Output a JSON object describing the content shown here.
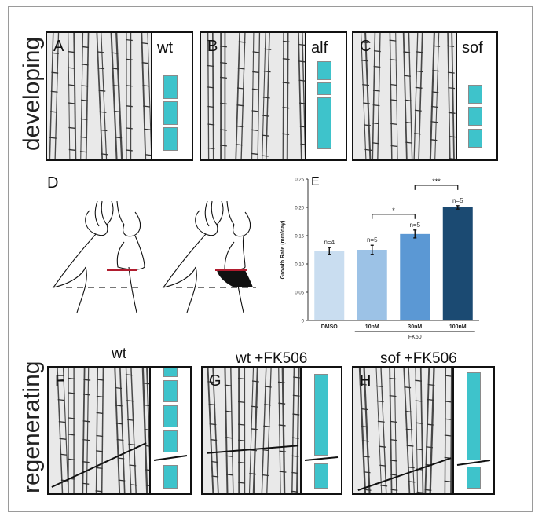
{
  "rows": {
    "top_label": "developing",
    "bottom_label": "regenerating"
  },
  "colors": {
    "segment": "#3ec3cb",
    "cut_line": "#b01c2e",
    "bar1": "#c9ddf0",
    "bar2": "#9cc2e6",
    "bar3": "#5b98d4",
    "bar4": "#1b4a72"
  },
  "panels": {
    "A": {
      "letter": "A",
      "label": "wt"
    },
    "B": {
      "letter": "B",
      "label": "alf"
    },
    "C": {
      "letter": "C",
      "label": "sof"
    },
    "D": {
      "letter": "D"
    },
    "F": {
      "letter": "F",
      "title": "wt"
    },
    "G": {
      "letter": "G",
      "title": "wt +FK506"
    },
    "H": {
      "letter": "H",
      "title": "sof +FK506"
    }
  },
  "chart_data": {
    "type": "bar",
    "panel_letter": "E",
    "categories": [
      "DMSO",
      "10nM",
      "30nM",
      "100nM"
    ],
    "values": [
      0.123,
      0.125,
      0.153,
      0.2
    ],
    "errors": [
      0.006,
      0.008,
      0.007,
      0.003
    ],
    "n_labels": [
      "n=4",
      "n=5",
      "n=5",
      "n=5"
    ],
    "ylabel": "Growth Rate (mm/day)",
    "xgroup_label": "FK50",
    "ylim": [
      0,
      0.25
    ],
    "yticks": [
      "0",
      "0.05",
      "0.10",
      "0.15",
      "0.20",
      "0.25"
    ],
    "significance": [
      {
        "from": 1,
        "to": 2,
        "label": "*"
      },
      {
        "from": 2,
        "to": 3,
        "label": "***"
      }
    ]
  }
}
